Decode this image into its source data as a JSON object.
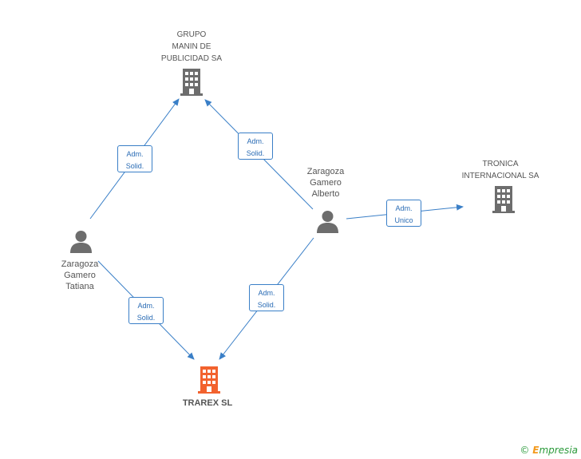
{
  "nodes": {
    "grupo_manin": {
      "label_lines": [
        "GRUPO",
        "MANIN DE",
        "PUBLICIDAD SA"
      ],
      "type": "company"
    },
    "tronica": {
      "label_lines": [
        "TRONICA",
        "INTERNACIONAL SA"
      ],
      "type": "company"
    },
    "alberto": {
      "label_lines": [
        "Zaragoza",
        "Gamero",
        "Alberto"
      ],
      "type": "person"
    },
    "tatiana": {
      "label_lines": [
        "Zaragoza",
        "Gamero",
        "Tatiana"
      ],
      "type": "person"
    },
    "trarex": {
      "label": "TRAREX SL",
      "type": "company-main"
    }
  },
  "relations": {
    "tatiana_grupo": {
      "line1": "Adm.",
      "line2": "Solid."
    },
    "alberto_grupo": {
      "line1": "Adm.",
      "line2": "Solid."
    },
    "alberto_tronica": {
      "line1": "Adm.",
      "line2": "Unico"
    },
    "tatiana_trarex": {
      "line1": "Adm.",
      "line2": "Solid."
    },
    "alberto_trarex": {
      "line1": "Adm.",
      "line2": "Solid."
    }
  },
  "colors": {
    "edge": "#3a7fc7",
    "company_icon": "#6d6d6d",
    "main_icon": "#f2622e",
    "person_icon": "#6d6d6d"
  },
  "footer": {
    "copyright_symbol": "©",
    "brand_initial": "E",
    "brand_rest": "mpresia"
  }
}
